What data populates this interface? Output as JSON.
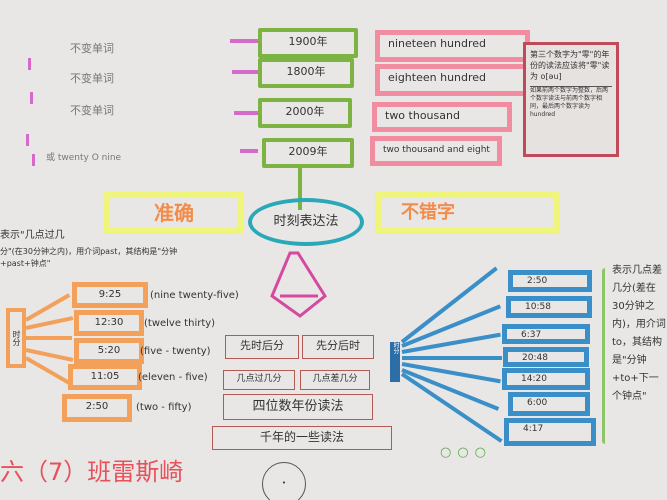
{
  "left_notes": [
    "不变单词",
    "不变单词",
    "不变单词",
    "或 twenty O nine"
  ],
  "years": [
    {
      "year": "1900年",
      "reading": "nineteen hundred"
    },
    {
      "year": "1800年",
      "reading": "eighteen hundred"
    },
    {
      "year": "2000年",
      "reading": "two thousand"
    },
    {
      "year": "2009年",
      "reading": "two thousand and eight"
    }
  ],
  "side_note": {
    "top": "第三个数字为\"零\"的年份的读法应该将\"零\"读为 o[əu]",
    "bottom": "如果前两个数字为整数，后两个数字读法与前两个数字相同，最后两个数字读为hundred"
  },
  "center": {
    "title": "时刻表达法",
    "left_banner": "准确",
    "right_banner": "不错字"
  },
  "left_section": {
    "note_title": "表示\"几点过几",
    "note": "分\"(在30分钟之内)，用介词past，其结构是\"分钟+past+钟点\"",
    "hub": "时分",
    "times": [
      {
        "time": "9:25",
        "reading": "(nine twenty-five)"
      },
      {
        "time": "12:30",
        "reading": "(twelve thirty)"
      },
      {
        "time": "5:20",
        "reading": "(five - twenty)"
      },
      {
        "time": "11:05",
        "reading": "(eleven - five)"
      },
      {
        "time": "2:50",
        "reading": "(two - fifty)"
      }
    ]
  },
  "middle_boxes": [
    "先时后分",
    "先分后时",
    "几点过几分",
    "几点差几分",
    "四位数年份读法",
    "千年的一些读法"
  ],
  "right_section": {
    "hub": "时分",
    "times": [
      "2:50",
      "10:58",
      "6:37",
      "20:48",
      "14:20",
      "6:00",
      "4:17"
    ],
    "note": "表示几点差几分(差在30分钟之内)，用介词to，其结构是\"分钟+to+下一个钟点\""
  },
  "signature": "六（7）班雷斯崎",
  "colors": {
    "green": "#7cb342",
    "pink": "#f28ca0",
    "orange": "#f2a05a",
    "blue": "#3a8fc8",
    "magenta": "#d46ac9",
    "yellow": "#eef57a"
  }
}
